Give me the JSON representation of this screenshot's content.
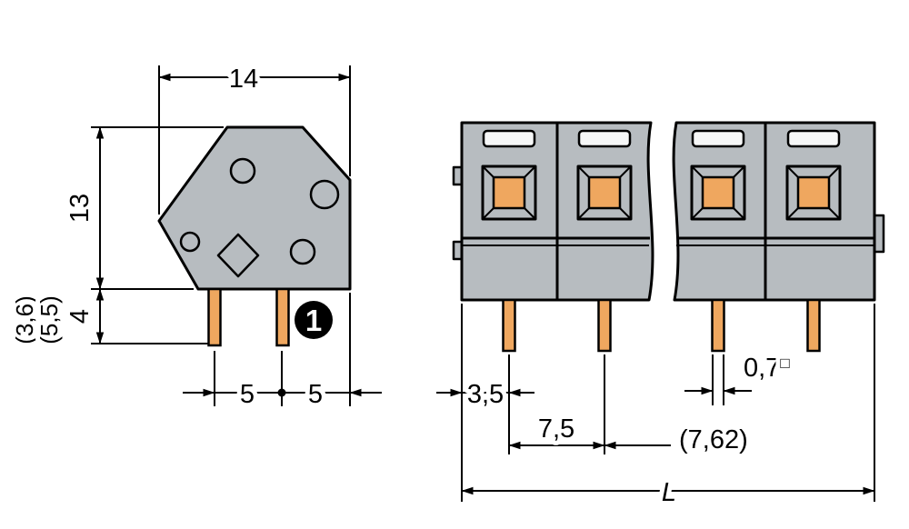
{
  "colors": {
    "body": "#b7bcc0",
    "pin": "#efa75f",
    "slot": "#f6f7f7",
    "line": "#000000",
    "bg": "#ffffff"
  },
  "side_view": {
    "width": "14",
    "height": "13",
    "pin_length": "4",
    "alt_dims": [
      "(3,6)",
      "(5,5)"
    ],
    "pin_spacing": [
      "5",
      "5"
    ],
    "badge": "1"
  },
  "front_view": {
    "edge_to_pin": "3,5",
    "pin_pitch": "7,5",
    "pin_pitch_alt": "(7,62)",
    "pin_cross_section": "0,7",
    "pin_cross_section_symbol": "□",
    "total_length": "L"
  }
}
